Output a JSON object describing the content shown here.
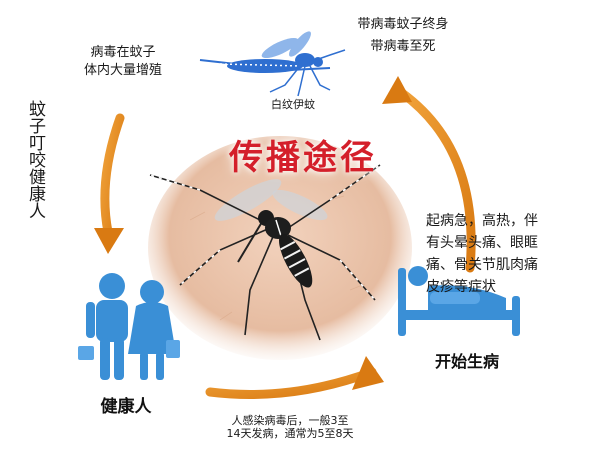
{
  "title": "传播途径",
  "mosquito_label": "白纹伊蚊",
  "top_right": [
    "带病毒蚊子终身",
    "带病毒至死"
  ],
  "top_left": [
    "病毒在蚊子",
    "体内大量增殖"
  ],
  "left_vertical": "蚊子叮咬健康人",
  "healthy_label": "健康人",
  "sick_label": "开始生病",
  "symptoms": [
    "起病急，高热，伴",
    "有头晕头痛、眼眶",
    "痛、骨关节肌肉痛",
    "皮疹等症状"
  ],
  "bottom_note": [
    "人感染病毒后，一般3至",
    "14天发病，通常为5至8天"
  ],
  "colors": {
    "arrow": "#e08a1e",
    "title": "#d41f2a",
    "person_blue": "#3a8fd6",
    "mosquito_blue": "#2f6fd0",
    "skin": "#e9c2a8"
  },
  "icons": [
    "mosquito-icon",
    "family-icon",
    "sick-bed-icon",
    "cycle-arrow-icon"
  ]
}
